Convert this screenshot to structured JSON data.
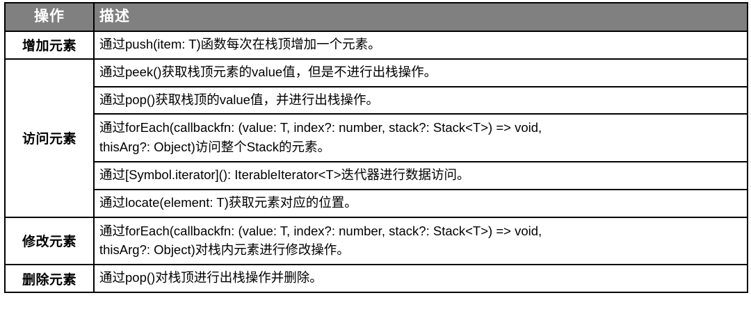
{
  "table": {
    "headers": {
      "operation": "操作",
      "description": "描述"
    },
    "header_bg_color": "#808080",
    "header_text_color": "#ffffff",
    "border_color": "#000000",
    "body_bg_color": "#ffffff",
    "groups": [
      {
        "operation": "增加元素",
        "rows": [
          "通过push(item: T)函数每次在栈顶增加一个元素。"
        ]
      },
      {
        "operation": "访问元素",
        "rows": [
          "通过peek()获取栈顶元素的value值，但是不进行出栈操作。",
          "通过pop()获取栈顶的value值，并进行出栈操作。",
          "通过forEach(callbackfn: (value: T, index?: number, stack?: Stack<T>) => void,\nthisArg?: Object)访问整个Stack的元素。",
          "通过[Symbol.iterator](): IterableIterator<T>迭代器进行数据访问。",
          "通过locate(element: T)获取元素对应的位置。"
        ]
      },
      {
        "operation": "修改元素",
        "rows": [
          "通过forEach(callbackfn: (value: T, index?: number, stack?: Stack<T>) => void,\nthisArg?: Object)对栈内元素进行修改操作。"
        ]
      },
      {
        "operation": "删除元素",
        "rows": [
          "通过pop()对栈顶进行出栈操作并删除。"
        ]
      }
    ]
  }
}
